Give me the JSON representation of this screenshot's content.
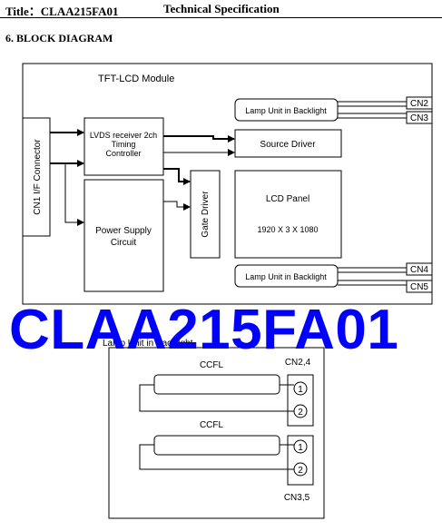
{
  "header": {
    "title": "Title：CLAA215FA01",
    "subtitle": "Technical Specification"
  },
  "section_heading": "6. BLOCK DIAGRAM",
  "block_diagram": {
    "module_label": "TFT-LCD Module",
    "connector_label": "CN1 I/F Connector",
    "lvds_line1": "LVDS receiver 2ch",
    "lvds_line2": "Timing",
    "lvds_line3": "Controller",
    "power_line1": "Power Supply",
    "power_line2": "Circuit",
    "source_driver": "Source Driver",
    "gate_driver": "Gate Driver",
    "lcd_panel": "LCD Panel",
    "resolution": "1920 X 3 X 1080",
    "lamp_top": "Lamp Unit in Backlight",
    "lamp_bottom": "Lamp Unit in Backlight",
    "cn2": "CN2",
    "cn3": "CN3",
    "cn4": "CN4",
    "cn5": "CN5"
  },
  "lamp_diagram": {
    "title": "Lamp Unit in Backlight",
    "ccfl_top": "CCFL",
    "ccfl_bottom": "CCFL",
    "conn_top": "CN2,4",
    "conn_bottom": "CN3,5",
    "pin1_top": "1",
    "pin2_top": "2",
    "pin1_bottom": "1",
    "pin2_bottom": "2"
  },
  "watermark": "CLAA215FA01"
}
